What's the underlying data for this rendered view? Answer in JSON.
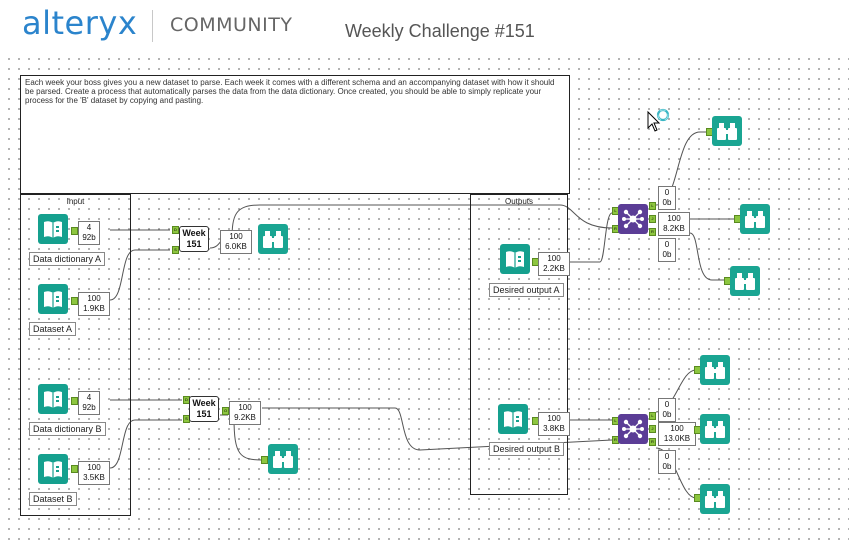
{
  "header": {
    "brand": "alteryx",
    "community": "COMMUNITY",
    "challenge_title": "Weekly Challenge #151"
  },
  "comment": "Each week your boss gives you a new dataset to parse. Each week it comes with a different schema and an accompanying dataset with how it should be parsed. Create a process that automatically parses the data from the data dictionary. Once created, you should be able to simply replicate your process for the 'B' dataset by copying and pasting.",
  "containers": {
    "input_title": "Input",
    "outputs_title": "Outputs"
  },
  "tools": {
    "data_dictionary_a": {
      "label": "Data dictionary A",
      "records": "4",
      "size": "92b"
    },
    "dataset_a": {
      "label": "Dataset A",
      "records": "100",
      "size": "1.9KB"
    },
    "data_dictionary_b": {
      "label": "Data dictionary B",
      "records": "4",
      "size": "92b"
    },
    "dataset_b": {
      "label": "Dataset B",
      "records": "100",
      "size": "3.5KB"
    },
    "week151_a": {
      "line1": "Week",
      "line2": "151",
      "records": "100",
      "size": "6.0KB"
    },
    "week151_b": {
      "line1": "Week",
      "line2": "151",
      "records": "100",
      "size": "9.2KB"
    },
    "desired_output_a": {
      "label": "Desired output A",
      "records": "100",
      "size": "2.2KB"
    },
    "desired_output_b": {
      "label": "Desired output B",
      "records": "100",
      "size": "3.8KB"
    },
    "join_a": {
      "left_records": "0",
      "left_size": "0b",
      "join_records": "100",
      "join_size": "8.2KB",
      "right_records": "0",
      "right_size": "0b"
    },
    "join_b": {
      "left_records": "0",
      "left_size": "0b",
      "join_records": "100",
      "join_size": "13.0KB",
      "right_records": "0",
      "right_size": "0b"
    }
  },
  "anchors": {
    "d": "D",
    "s": "S",
    "o": "O",
    "l": "L",
    "r": "R",
    "j": "J"
  },
  "colors": {
    "brand_blue": "#2b84cc",
    "tool_teal": "#0f9e8a",
    "join_purple": "#5b3d96",
    "anchor_green": "#8dc63f"
  }
}
